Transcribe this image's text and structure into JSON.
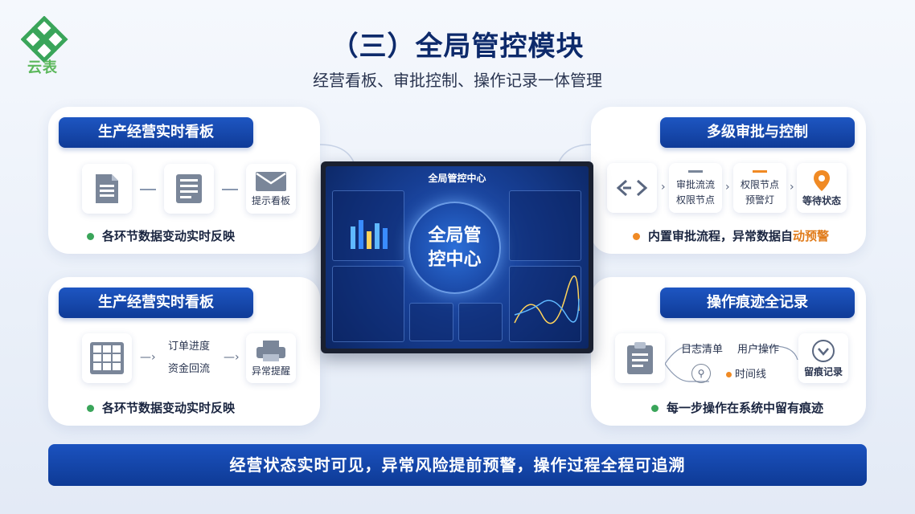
{
  "logo": {
    "text": "云表"
  },
  "header": {
    "title": "（三）全局管控模块",
    "subtitle": "经营看板、审批控制、操作记录一体管理"
  },
  "top_left": {
    "title": "生产经营实时看板",
    "icons": [
      "document-icon",
      "form-icon",
      "mail-icon"
    ],
    "icon3_label": "提示看板",
    "bullet": "各环节数据变动实时反映"
  },
  "bottom_left": {
    "title": "生产经营实时看板",
    "flow_item1_line1": "订单进度",
    "flow_item1_line2": "资金回流",
    "icon3_label": "异常提醒",
    "bullet": "各环节数据变动实时反映"
  },
  "top_right": {
    "title": "多级审批与控制",
    "step1_line1": "审批流流",
    "step1_line2": "权限节点",
    "step2_line1": "权限节点",
    "step2_line2": "预警灯",
    "step3_label": "等待状态",
    "bullet_prefix": "内置审批流程，异常数据自",
    "bullet_accent": "动预警"
  },
  "bottom_right": {
    "title": "操作痕迹全记录",
    "label_log": "日志清单",
    "label_user": "用户操作",
    "label_time": "时间线",
    "icon_label": "留痕记录",
    "bullet": "每一步操作在系统中留有痕迹"
  },
  "monitor": {
    "screen_title": "全局管控中心",
    "core_text": "全局管控中心"
  },
  "banner": {
    "text": "经营状态实时可见，异常风险提前预警，操作过程全程可追溯"
  },
  "colors": {
    "primary": "#0f3b97",
    "green": "#3aa55a",
    "orange": "#f08a24"
  }
}
